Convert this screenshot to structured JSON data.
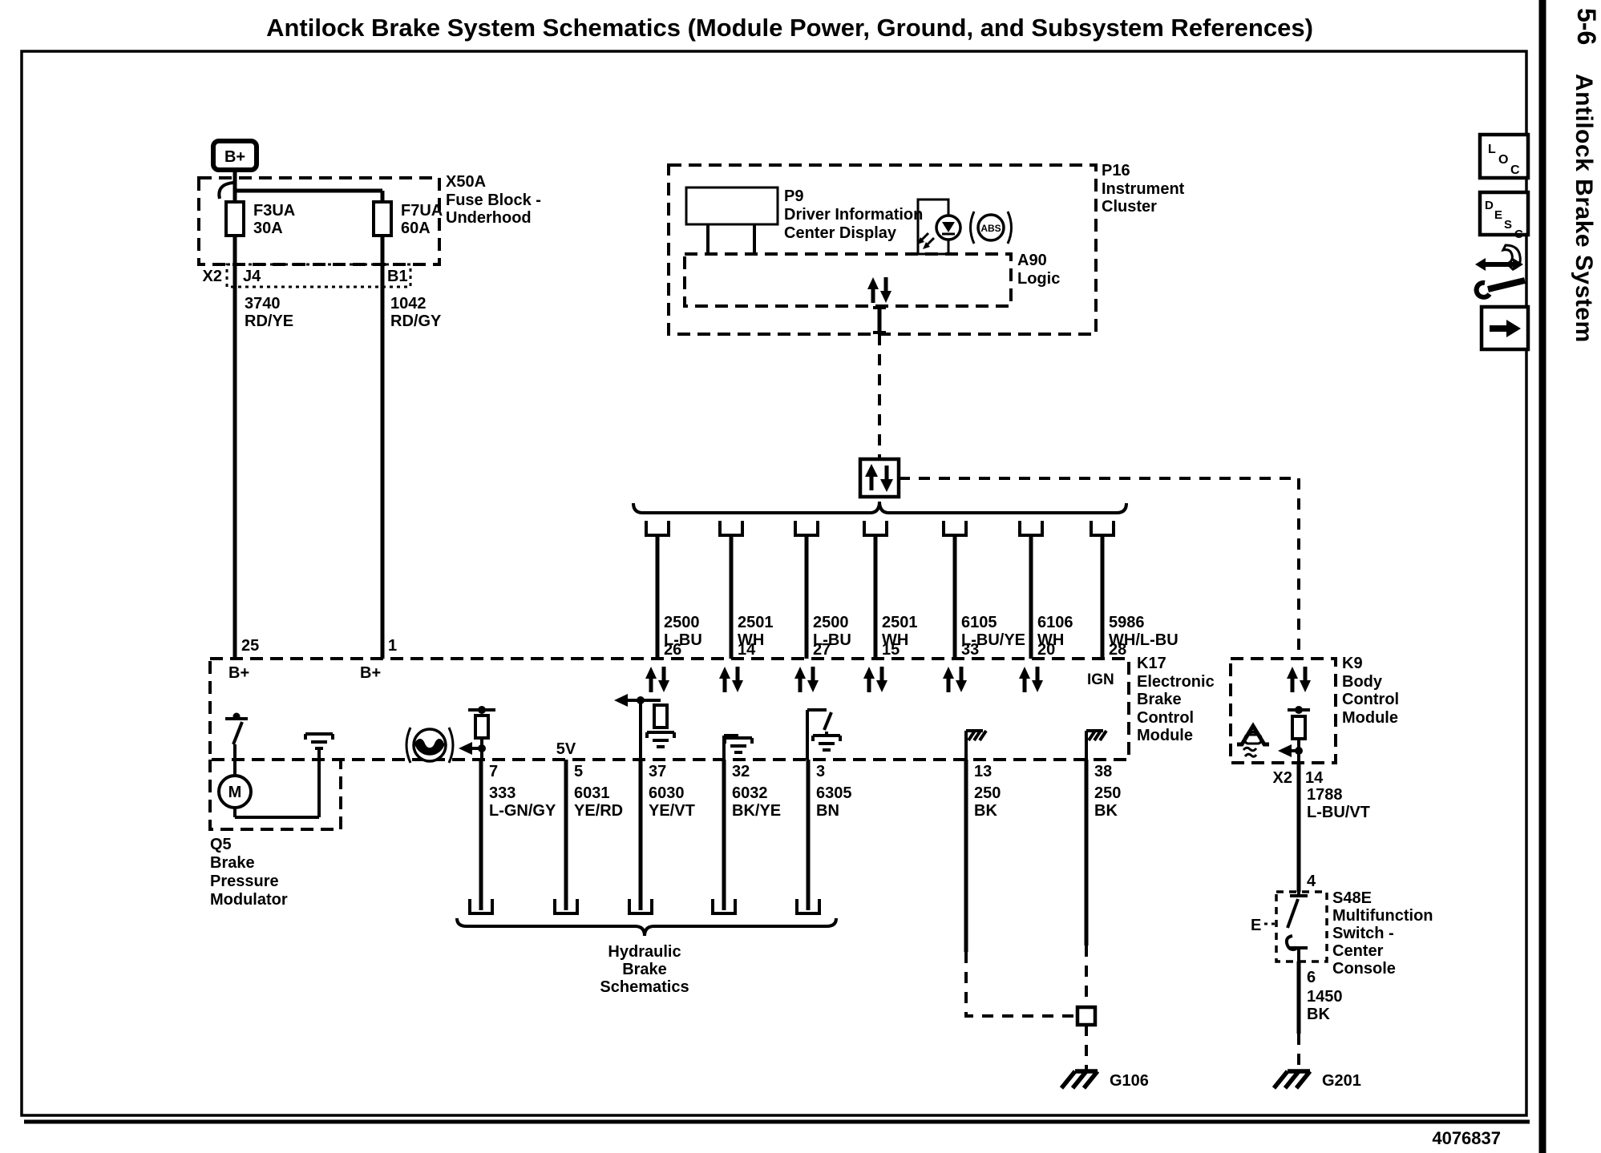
{
  "page": {
    "title": "Antilock Brake System Schematics (Module Power, Ground, and Subsystem References)",
    "page_number": "5-6",
    "section_title": "Antilock Brake System",
    "figure_number": "4076837"
  },
  "nav": {
    "loc": [
      "L",
      "O",
      "C"
    ],
    "desc": [
      "D",
      "E",
      "S",
      "C"
    ]
  },
  "battery": {
    "label": "B+"
  },
  "fuse_block": {
    "id": "X50A",
    "name1": "Fuse Block -",
    "name2": "Underhood",
    "connector": "X2",
    "fuse1": {
      "id": "F3UA",
      "rating": "30A",
      "terminal": "J4"
    },
    "fuse2": {
      "id": "F7UA",
      "rating": "60A",
      "terminal": "B1"
    }
  },
  "feed1": {
    "circuit": "3740",
    "color": "RD/YE",
    "pin": "25",
    "pin_name": "B+"
  },
  "feed2": {
    "circuit": "1042",
    "color": "RD/GY",
    "pin": "1",
    "pin_name": "B+"
  },
  "cluster": {
    "id": "P16",
    "name1": "Instrument",
    "name2": "Cluster",
    "dic": {
      "id": "P9",
      "name1": "Driver Information",
      "name2": "Center Display"
    },
    "abs": "ABS",
    "logic_id": "A90",
    "logic_name": "Logic"
  },
  "bus": [
    {
      "circuit": "2500",
      "color": "L-BU",
      "pin": "26"
    },
    {
      "circuit": "2501",
      "color": "WH",
      "pin": "14"
    },
    {
      "circuit": "2500",
      "color": "L-BU",
      "pin": "27"
    },
    {
      "circuit": "2501",
      "color": "WH",
      "pin": "15"
    },
    {
      "circuit": "6105",
      "color": "L-BU/YE",
      "pin": "33"
    },
    {
      "circuit": "6106",
      "color": "WH",
      "pin": "20"
    },
    {
      "circuit": "5986",
      "color": "WH/L-BU",
      "pin": "28"
    }
  ],
  "k17": {
    "id": "K17",
    "name1": "Electronic",
    "name2": "Brake",
    "name3": "Control",
    "name4": "Module",
    "ign": "IGN",
    "ref_5v": "5V"
  },
  "low": [
    {
      "pin": "7",
      "circuit": "333",
      "color": "L-GN/GY"
    },
    {
      "pin": "5",
      "circuit": "6031",
      "color": "YE/RD"
    },
    {
      "pin": "37",
      "circuit": "6030",
      "color": "YE/VT"
    },
    {
      "pin": "32",
      "circuit": "6032",
      "color": "BK/YE"
    },
    {
      "pin": "3",
      "circuit": "6305",
      "color": "BN"
    },
    {
      "pin": "13",
      "circuit": "250",
      "color": "BK"
    },
    {
      "pin": "38",
      "circuit": "250",
      "color": "BK"
    }
  ],
  "q5": {
    "id": "Q5",
    "name1": "Brake",
    "name2": "Pressure",
    "name3": "Modulator",
    "motor": "M"
  },
  "hydraulic": {
    "line1": "Hydraulic",
    "line2": "Brake",
    "line3": "Schematics"
  },
  "k9": {
    "id": "K9",
    "name1": "Body",
    "name2": "Control",
    "name3": "Module",
    "connector": "X2",
    "pin": "14",
    "circuit": "1788",
    "color": "L-BU/VT"
  },
  "s48e": {
    "id": "S48E",
    "name1": "Multifunction",
    "name2": "Switch -",
    "name3": "Center",
    "name4": "Console",
    "pin_in": "4",
    "pin_out": "6",
    "position": "E",
    "circuit": "1450",
    "color": "BK"
  },
  "grounds": {
    "g106": "G106",
    "g201": "G201"
  }
}
